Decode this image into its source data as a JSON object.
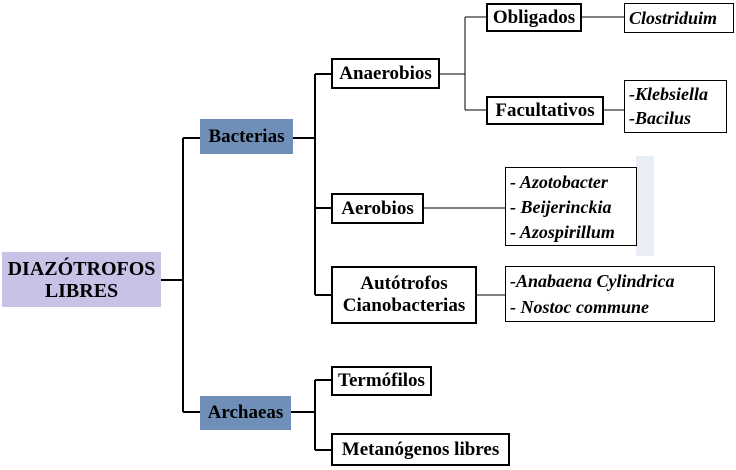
{
  "root": {
    "line1": "DIAZÓTROFOS",
    "line2": "LIBRES"
  },
  "bacterias": {
    "label": "Bacterias"
  },
  "archaeas": {
    "label": "Archaeas"
  },
  "anaerobios": {
    "label": "Anaerobios"
  },
  "obligados": {
    "label": "Obligados"
  },
  "facultativos": {
    "label": "Facultativos"
  },
  "clostriduim": {
    "label": "Clostriduim"
  },
  "facultativos_species": [
    "Klebsiella",
    "Bacilus"
  ],
  "aerobios": {
    "label": "Aerobios"
  },
  "aerobios_species": [
    "Azotobacter",
    "Beijerinckia",
    "Azospirillum"
  ],
  "autotrofos": {
    "line1": "Autótrofos",
    "line2": "Cianobacterias"
  },
  "cianobacterias_species": [
    "Anabaena Cylindrica",
    "Nostoc commune"
  ],
  "termofilos": {
    "label": "Termófilos"
  },
  "metanogenos": {
    "label": "Metanógenos libres"
  },
  "species_prefix": "-",
  "colors": {
    "root_fill": "#c9c2e6",
    "node_fill": "#6f8fb8",
    "tint": "#e9eef8"
  }
}
